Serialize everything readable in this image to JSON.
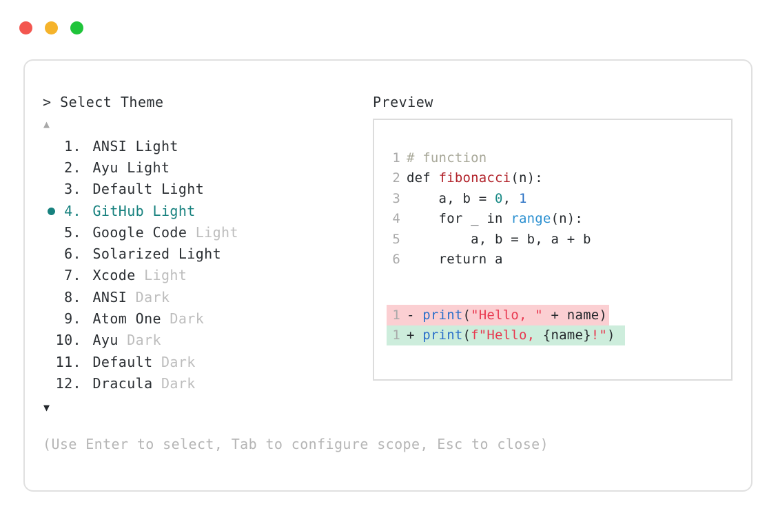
{
  "window": {
    "dots": [
      {
        "name": "close-dot",
        "color": "#f3564f"
      },
      {
        "name": "minimize-dot",
        "color": "#f5b32b"
      },
      {
        "name": "maximize-dot",
        "color": "#1fc43a"
      }
    ]
  },
  "panel": {
    "prompt_symbol": ">",
    "select_header": "> Select Theme",
    "preview_header": "Preview",
    "scroll_up_glyph": "▲",
    "scroll_down_glyph": "▼",
    "accent_color": "#17817e",
    "muted_color": "#bdbdbd"
  },
  "themes": {
    "selected_index": 4,
    "bullet_glyph": "●",
    "items": [
      {
        "num": "1.",
        "name": "ANSI",
        "suffix": "Light",
        "suffix_muted": false,
        "selected": false
      },
      {
        "num": "2.",
        "name": "Ayu",
        "suffix": "Light",
        "suffix_muted": false,
        "selected": false
      },
      {
        "num": "3.",
        "name": "Default",
        "suffix": "Light",
        "suffix_muted": false,
        "selected": false
      },
      {
        "num": "4.",
        "name": "GitHub",
        "suffix": "Light",
        "suffix_muted": false,
        "selected": true
      },
      {
        "num": "5.",
        "name": "Google Code",
        "suffix": "Light",
        "suffix_muted": true,
        "selected": false
      },
      {
        "num": "6.",
        "name": "Solarized",
        "suffix": "Light",
        "suffix_muted": false,
        "selected": false
      },
      {
        "num": "7.",
        "name": "Xcode",
        "suffix": "Light",
        "suffix_muted": true,
        "selected": false
      },
      {
        "num": "8.",
        "name": "ANSI",
        "suffix": "Dark",
        "suffix_muted": true,
        "selected": false
      },
      {
        "num": "9.",
        "name": "Atom One",
        "suffix": "Dark",
        "suffix_muted": true,
        "selected": false
      },
      {
        "num": "10.",
        "name": "Ayu",
        "suffix": "Dark",
        "suffix_muted": true,
        "selected": false
      },
      {
        "num": "11.",
        "name": "Default",
        "suffix": "Dark",
        "suffix_muted": true,
        "selected": false
      },
      {
        "num": "12.",
        "name": "Dracula",
        "suffix": "Dark",
        "suffix_muted": true,
        "selected": false
      }
    ]
  },
  "preview": {
    "code_lines": [
      {
        "ln": "1",
        "tokens": [
          {
            "t": "# function",
            "c": "t-comment"
          }
        ]
      },
      {
        "ln": "2",
        "tokens": [
          {
            "t": "def ",
            "c": "t-kw"
          },
          {
            "t": "fibonacci",
            "c": "t-fn"
          },
          {
            "t": "(n):",
            "c": "t-plain"
          }
        ]
      },
      {
        "ln": "3",
        "tokens": [
          {
            "t": "    a, b = ",
            "c": "t-plain"
          },
          {
            "t": "0",
            "c": "t-num"
          },
          {
            "t": ", ",
            "c": "t-plain"
          },
          {
            "t": "1",
            "c": "t-num2"
          }
        ]
      },
      {
        "ln": "4",
        "tokens": [
          {
            "t": "    for _ in ",
            "c": "t-plain"
          },
          {
            "t": "range",
            "c": "t-builtin"
          },
          {
            "t": "(n):",
            "c": "t-plain"
          }
        ]
      },
      {
        "ln": "5",
        "tokens": [
          {
            "t": "        a, b = b, a + b",
            "c": "t-plain"
          }
        ]
      },
      {
        "ln": "6",
        "tokens": [
          {
            "t": "    return a",
            "c": "t-plain"
          }
        ]
      }
    ],
    "diff_lines": [
      {
        "ln": "1",
        "kind": "removed",
        "sign": "-",
        "bg": "#fbcfd2",
        "tokens": [
          {
            "t": "print",
            "c": "t-call"
          },
          {
            "t": "(",
            "c": "t-plain"
          },
          {
            "t": "\"Hello, \"",
            "c": "t-str"
          },
          {
            "t": " + name)",
            "c": "t-plain"
          }
        ]
      },
      {
        "ln": "1",
        "kind": "added",
        "sign": "+",
        "bg": "#cdeddc",
        "tokens": [
          {
            "t": "print",
            "c": "t-call"
          },
          {
            "t": "(",
            "c": "t-plain"
          },
          {
            "t": "f\"Hello, ",
            "c": "t-str"
          },
          {
            "t": "{name}",
            "c": "t-plain"
          },
          {
            "t": "!\"",
            "c": "t-str"
          },
          {
            "t": ")",
            "c": "t-plain"
          }
        ]
      }
    ]
  },
  "footer": {
    "hint": "(Use Enter to select, Tab to configure scope, Esc to close)"
  }
}
